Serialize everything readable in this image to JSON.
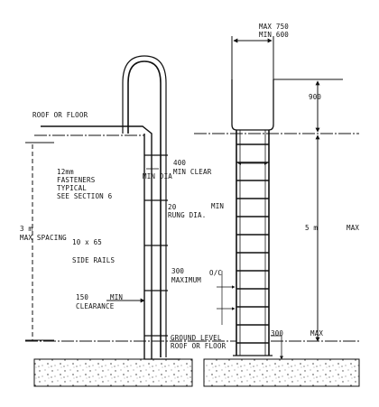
{
  "labels": {
    "max_750": "MAX 750",
    "min_600": "MIN 600",
    "dim_900": "900",
    "roof_or_floor_top": "ROOF OR FLOOR",
    "min_dia": "MIN DIA",
    "fasteners_l1": "12mm",
    "fasteners_l2": "FASTENERS",
    "fasteners_l3": "TYPICAL",
    "fasteners_l4": "SEE SECTION 6",
    "clear_400": "400",
    "min_clear": "MIN CLEAR",
    "rung_min": "MIN",
    "rung_20": "20",
    "rung_dia": "RUNG DIA.",
    "spacing_3m": "3 m",
    "max_spacing": "MAX SPACING",
    "dim_5m": "5 m",
    "max_right": "MAX",
    "side_rails_1": "10 x 65",
    "side_rails_2": "SIDE RAILS",
    "dim_300_top": "300",
    "maximum": "MAXIMUM",
    "oc": "O/C",
    "clear_150": "150",
    "clear_min": "MIN",
    "clearance": "CLEARANCE",
    "dim_300_bottom": "300",
    "max_bottom": "MAX",
    "ground_level": "GROUND LEVEL",
    "roof_or_floor_bottom": "ROOF OR FLOOR"
  },
  "colors": {
    "line": "#111111",
    "hatch": "#555555"
  }
}
